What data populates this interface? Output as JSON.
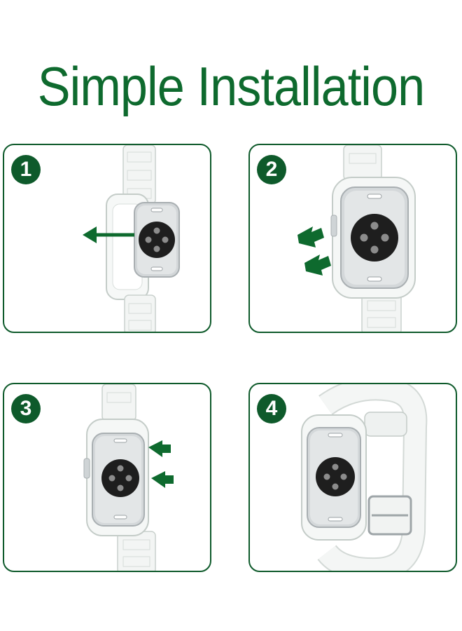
{
  "title": "Simple Installation",
  "accent_color": "#0e6a2e",
  "steps": [
    {
      "number": "1"
    },
    {
      "number": "2"
    },
    {
      "number": "3"
    },
    {
      "number": "4"
    }
  ]
}
